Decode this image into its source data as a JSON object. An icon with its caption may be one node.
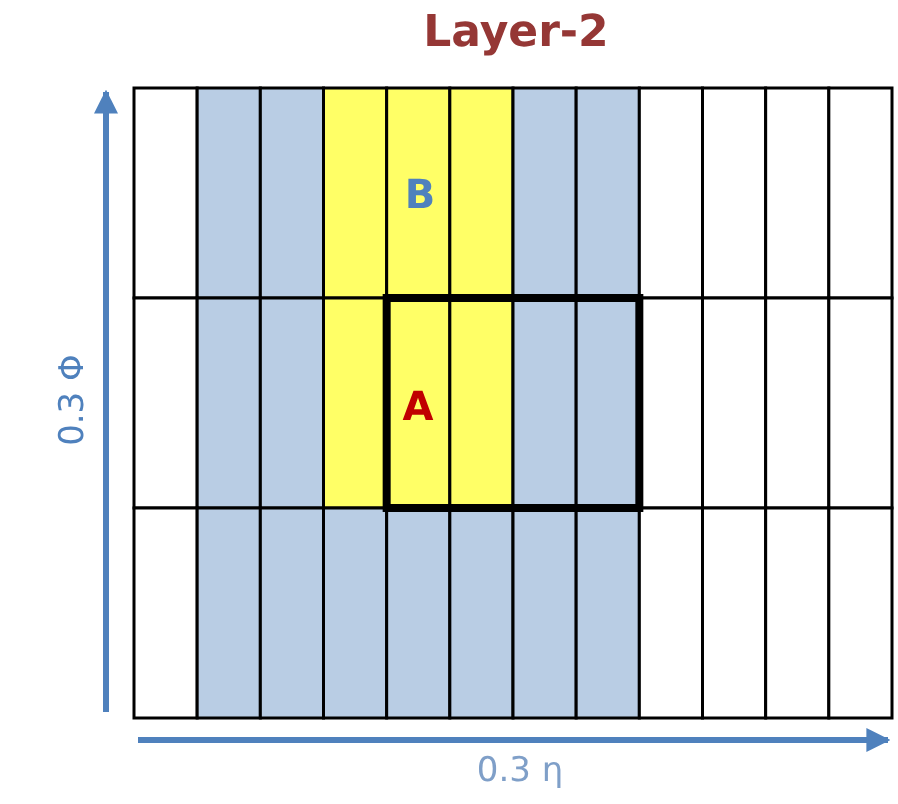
{
  "diagram": {
    "title": "Layer-2",
    "labels": [
      "B",
      "A",
      "0.3 Φ",
      "0.3 η"
    ]
  }
}
